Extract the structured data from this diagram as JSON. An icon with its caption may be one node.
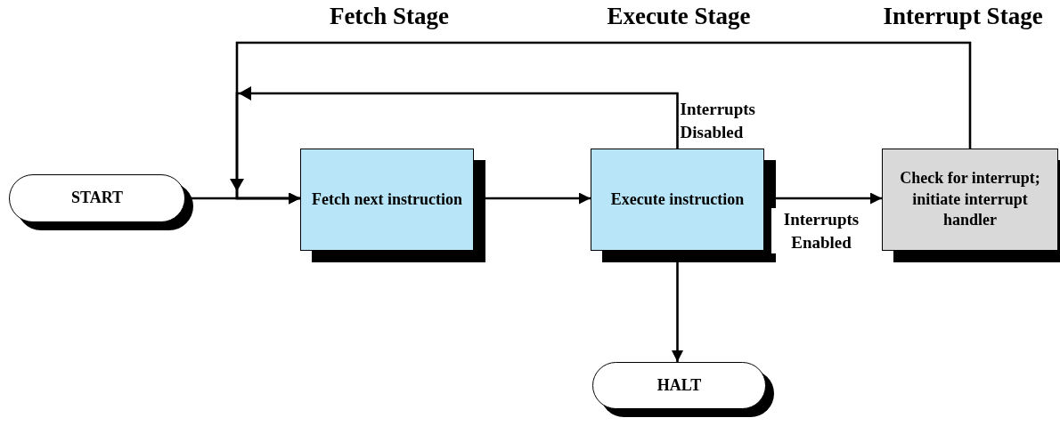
{
  "diagram": {
    "nodes": [
      {
        "text": [
          "START"
        ]
      },
      {
        "text": [
          "Fetch next instruction"
        ]
      },
      {
        "text": [
          "Execute instruction"
        ]
      },
      {
        "text": [
          "Check for interrupt; initiate interrupt handler"
        ]
      },
      {
        "text": [
          "HALT"
        ]
      }
    ],
    "edges": [
      {
        "from": 0,
        "to": 1,
        "arrow": "to"
      },
      {
        "from": 1,
        "to": 2,
        "arrow": "to"
      },
      {
        "from": 2,
        "to": 3,
        "arrow": "to",
        "label": "Interrupts Enabled"
      },
      {
        "from": 2,
        "to": 1,
        "arrow": "to",
        "label": "Interrupts Disabled"
      },
      {
        "from": 3,
        "to": 1,
        "arrow": "to"
      },
      {
        "from": 2,
        "to": 4,
        "arrow": "to"
      }
    ],
    "labels": [
      "Fetch Stage",
      "Execute Stage",
      "Interrupt Stage"
    ]
  }
}
